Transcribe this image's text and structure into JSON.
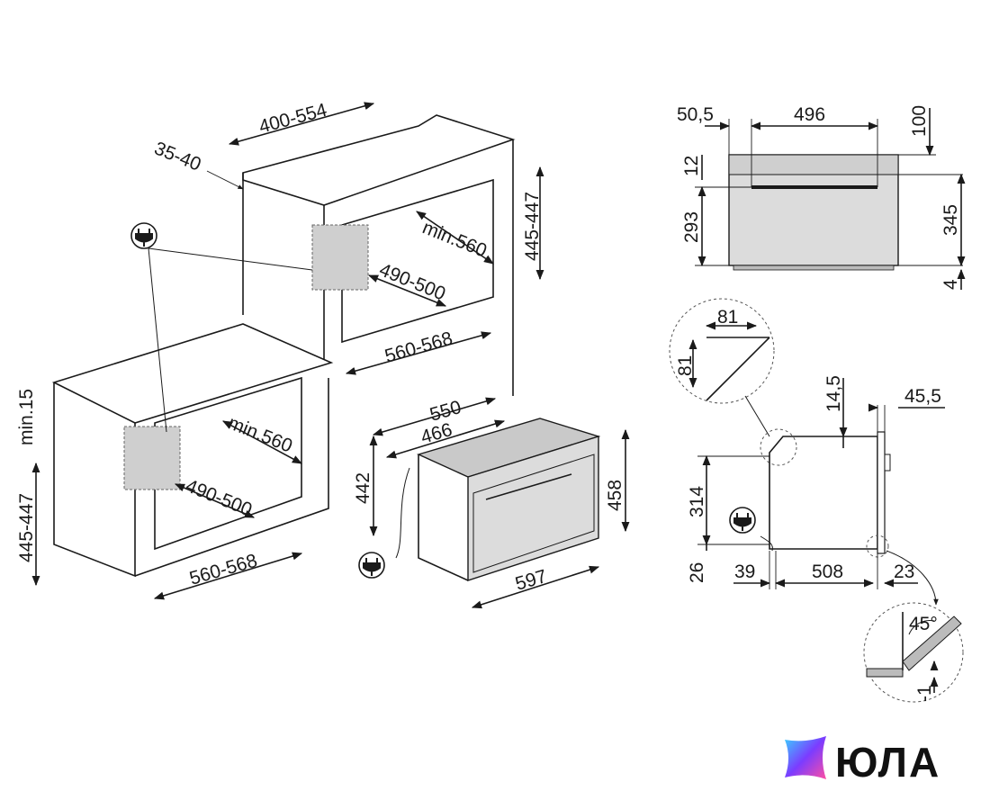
{
  "dimensions": {
    "wall_width_range": "400-554",
    "wall_depth": "35-40",
    "column_height": "445-447",
    "column_min_depth": "min.560",
    "column_inner_width": "490-500",
    "column_width": "560-568",
    "counter_min_top": "min.15",
    "counter_height": "445-447",
    "counter_min_depth": "min.560",
    "counter_inner_width": "490-500",
    "counter_width": "560-568",
    "oven_depth_total": "550",
    "oven_depth_body": "466",
    "oven_height_body": "442",
    "oven_height_front": "458",
    "oven_width": "597",
    "front_offset": "50,5",
    "front_width": "496",
    "front_top": "100",
    "front_strip": "12",
    "front_height": "293",
    "front_total": "345",
    "front_bottom": "4",
    "detail_a_h": "81",
    "detail_a_v": "81",
    "side_top_gap": "14,5",
    "side_panel": "45,5",
    "side_height": "314",
    "side_base": "26",
    "side_back": "39",
    "side_depth": "508",
    "side_front": "23",
    "detail_b_angle": "45°",
    "detail_b_gap": "-1"
  },
  "icons": {
    "plug_1": "power-plug-icon",
    "plug_2": "power-plug-icon",
    "plug_3": "power-plug-icon"
  },
  "brand": {
    "text": "ЮЛА",
    "colors": [
      "#7b3cff",
      "#ff4fa3",
      "#3ad1ff"
    ]
  }
}
